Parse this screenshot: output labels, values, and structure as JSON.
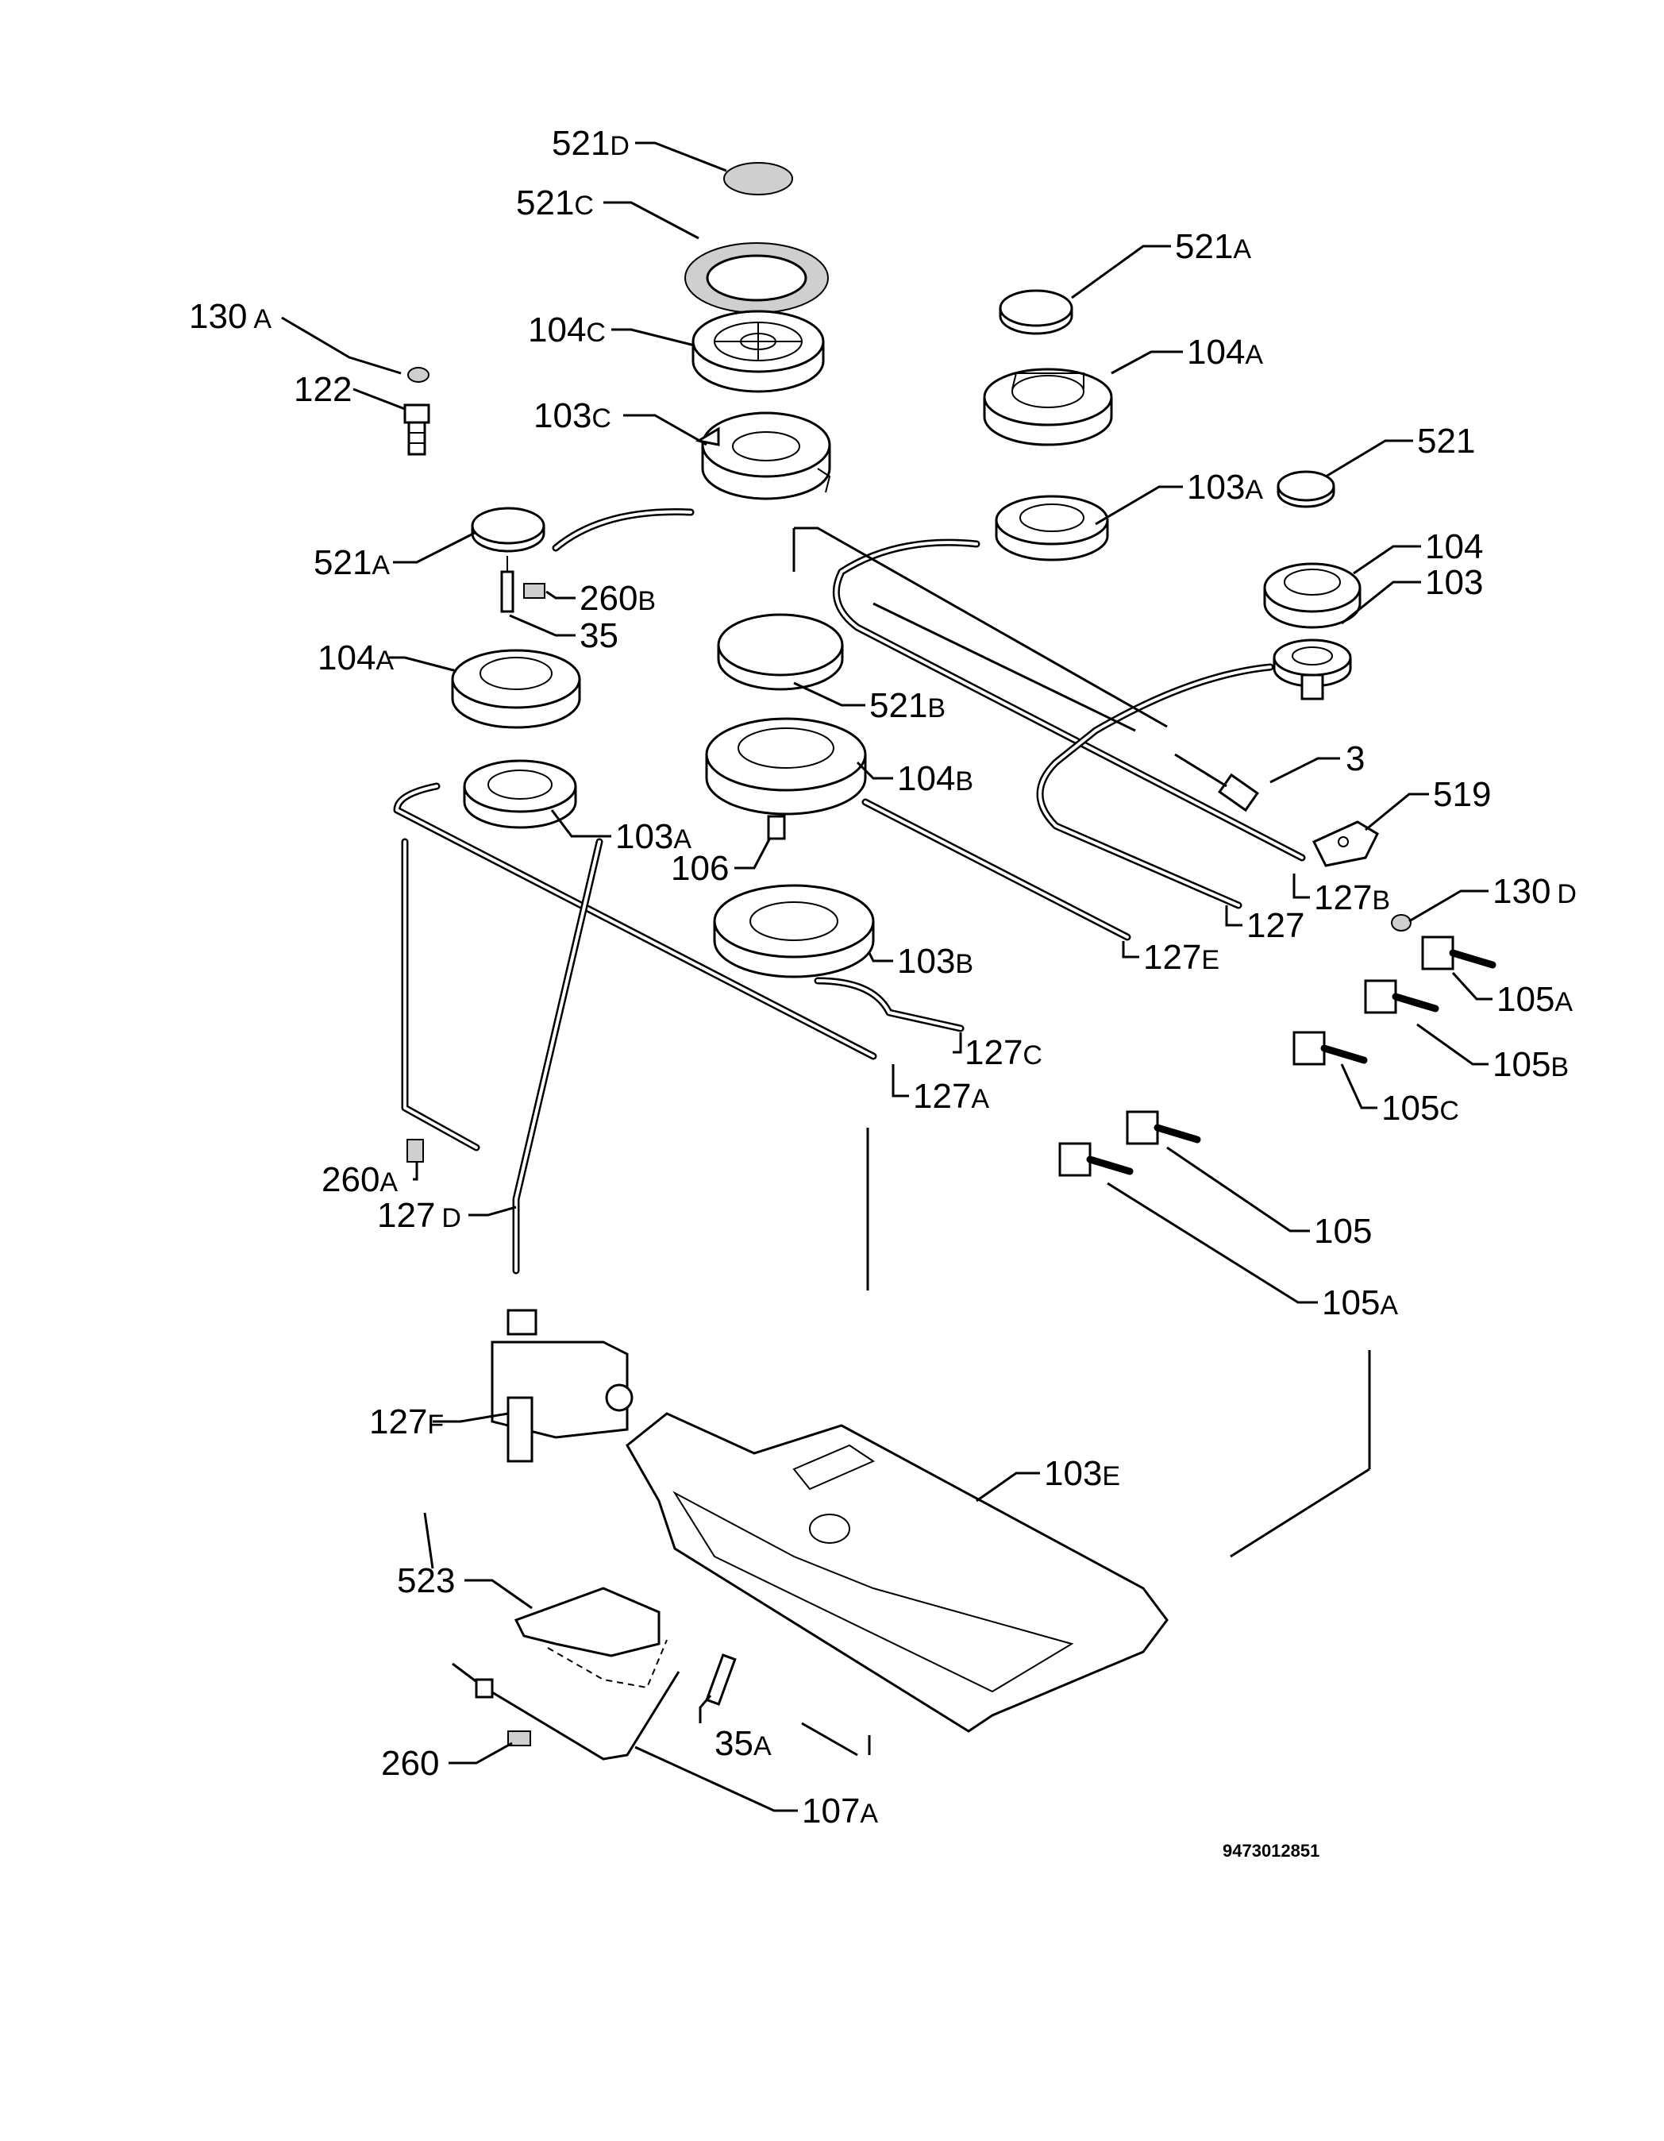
{
  "labels": {
    "l_521D": {
      "num": "521",
      "sfx": "D"
    },
    "l_521C": {
      "num": "521",
      "sfx": "C"
    },
    "l_130A_left": {
      "num": "130",
      "sfx": "A"
    },
    "l_104C": {
      "num": "104",
      "sfx": "C"
    },
    "l_122": {
      "num": "122",
      "sfx": ""
    },
    "l_103C": {
      "num": "103",
      "sfx": "C"
    },
    "l_521A_right": {
      "num": "521",
      "sfx": "A"
    },
    "l_104A_right": {
      "num": "104",
      "sfx": "A"
    },
    "l_521": {
      "num": "521",
      "sfx": ""
    },
    "l_103A_right": {
      "num": "103",
      "sfx": "A"
    },
    "l_104": {
      "num": "104",
      "sfx": ""
    },
    "l_103": {
      "num": "103",
      "sfx": ""
    },
    "l_521A_left": {
      "num": "521",
      "sfx": "A"
    },
    "l_260B": {
      "num": "260",
      "sfx": "B"
    },
    "l_35": {
      "num": "35",
      "sfx": ""
    },
    "l_104A_left": {
      "num": "104",
      "sfx": "A"
    },
    "l_521B": {
      "num": "521",
      "sfx": "B"
    },
    "l_104B": {
      "num": "104",
      "sfx": "B"
    },
    "l_3": {
      "num": "3",
      "sfx": ""
    },
    "l_519": {
      "num": "519",
      "sfx": ""
    },
    "l_103A_left": {
      "num": "103",
      "sfx": "A"
    },
    "l_106": {
      "num": "106",
      "sfx": ""
    },
    "l_127B": {
      "num": "127",
      "sfx": "B"
    },
    "l_130D": {
      "num": "130",
      "sfx": "D"
    },
    "l_127": {
      "num": "127",
      "sfx": ""
    },
    "l_103B": {
      "num": "103",
      "sfx": "B"
    },
    "l_127E": {
      "num": "127",
      "sfx": "E"
    },
    "l_105A_top": {
      "num": "105",
      "sfx": "A"
    },
    "l_127C": {
      "num": "127",
      "sfx": "C"
    },
    "l_105B": {
      "num": "105",
      "sfx": "B"
    },
    "l_127A": {
      "num": "127",
      "sfx": "A"
    },
    "l_105C": {
      "num": "105",
      "sfx": "C"
    },
    "l_260A": {
      "num": "260",
      "sfx": "A"
    },
    "l_127D": {
      "num": "127",
      "sfx": "D"
    },
    "l_105": {
      "num": "105",
      "sfx": ""
    },
    "l_105A_bottom": {
      "num": "105",
      "sfx": "A"
    },
    "l_127F": {
      "num": "127",
      "sfx": "F"
    },
    "l_103E": {
      "num": "103",
      "sfx": "E"
    },
    "l_523": {
      "num": "523",
      "sfx": ""
    },
    "l_35A": {
      "num": "35",
      "sfx": "A"
    },
    "l_260": {
      "num": "260",
      "sfx": ""
    },
    "l_107A": {
      "num": "107",
      "sfx": "A"
    }
  },
  "drawing_code": "9473012851"
}
